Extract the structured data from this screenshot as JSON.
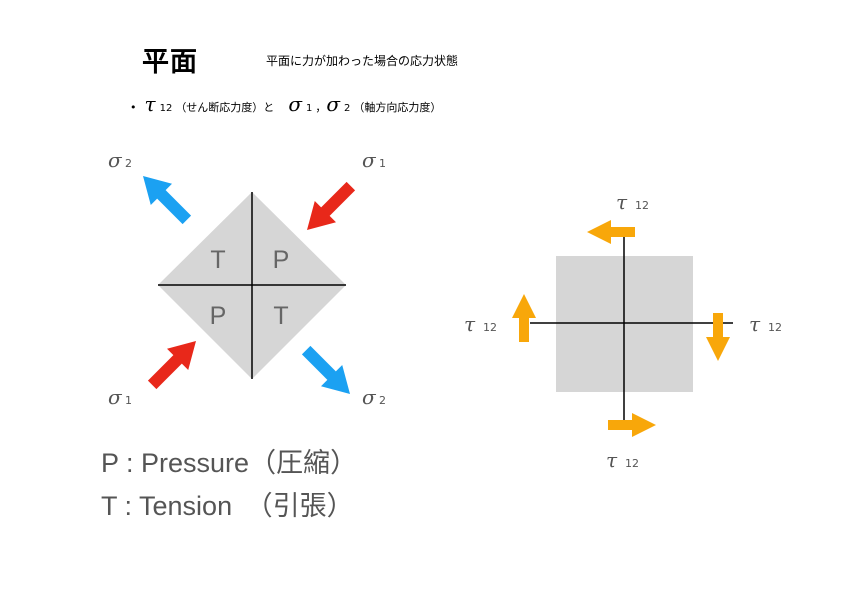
{
  "header": {
    "title": "平面",
    "subtitle": "平面に力が加わった場合の応力状態"
  },
  "bullet": {
    "marker": "•",
    "tau": "τ",
    "tau_sub": "12",
    "shear_text": "（せん断応力度）と",
    "sigma1": "σ",
    "sigma1_sub": "1",
    "comma": "，",
    "sigma2": "σ",
    "sigma2_sub": "2",
    "axial_text": "（軸方向応力度）"
  },
  "left_diagram": {
    "quadrants": {
      "top_left": "T",
      "top_right": "P",
      "bottom_left": "P",
      "bottom_right": "T"
    },
    "labels": {
      "sigma2_top": {
        "sym": "σ",
        "sub": "2"
      },
      "sigma1_top": {
        "sym": "σ",
        "sub": "1"
      },
      "sigma1_bottom": {
        "sym": "σ",
        "sub": "1"
      },
      "sigma2_bottom": {
        "sym": "σ",
        "sub": "2"
      }
    }
  },
  "right_diagram": {
    "labels": {
      "tau_top": {
        "sym": "τ",
        "sub": "12"
      },
      "tau_left": {
        "sym": "τ",
        "sub": "12"
      },
      "tau_right": {
        "sym": "τ",
        "sub": "12"
      },
      "tau_bottom": {
        "sym": "τ",
        "sub": "12"
      }
    }
  },
  "legend": {
    "pressure": "P : Pressure（圧縮）",
    "tension": "T : Tension　（引張）"
  },
  "colors": {
    "sigma1_arrow": "#e8281a",
    "sigma2_arrow": "#1ba1f2",
    "tau_arrow": "#f8a70a",
    "element_fill": "#d6d6d6",
    "label_text": "#555555"
  }
}
